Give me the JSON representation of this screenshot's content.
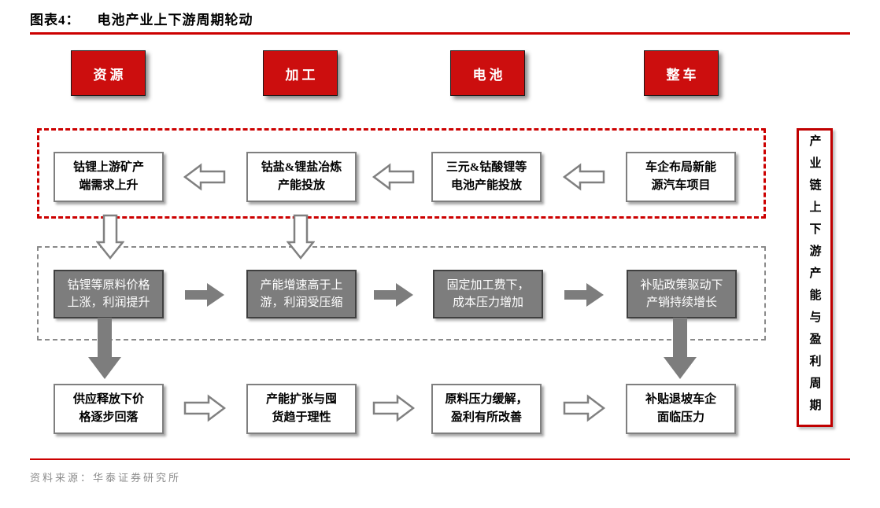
{
  "figure": {
    "label": "图表4：",
    "title": "电池产业上下游周期轮动",
    "side_label": "产业链上下游产能与盈利周期",
    "source": "资料来源：华泰证券研究所"
  },
  "categories": [
    {
      "label": "资源"
    },
    {
      "label": "加工"
    },
    {
      "label": "电池"
    },
    {
      "label": "整车"
    }
  ],
  "rows": [
    {
      "name": "capacity-investment-upstream-demand",
      "boxes": [
        {
          "line1": "钴锂上游矿产",
          "line2": "端需求上升"
        },
        {
          "line1": "钴盐&锂盐冶炼",
          "line2": "产能投放"
        },
        {
          "line1": "三元&钴酸锂等",
          "line2": "电池产能投放"
        },
        {
          "line1": "车企布局新能",
          "line2": "源汽车项目"
        }
      ]
    },
    {
      "name": "profit-pressure-phase",
      "boxes": [
        {
          "line1": "钴锂等原料价格",
          "line2": "上涨，利润提升"
        },
        {
          "line1": "产能增速高于上",
          "line2": "游，利润受压缩"
        },
        {
          "line1": "固定加工费下，",
          "line2": "成本压力增加"
        },
        {
          "line1": "补贴政策驱动下",
          "line2": "产销持续增长"
        }
      ]
    },
    {
      "name": "normalization-phase",
      "boxes": [
        {
          "line1": "供应释放下价",
          "line2": "格逐步回落"
        },
        {
          "line1": "产能扩张与囤",
          "line2": "货趋于理性"
        },
        {
          "line1": "原料压力缓解，",
          "line2": "盈利有所改善"
        },
        {
          "line1": "补贴退坡车企",
          "line2": "面临压力"
        }
      ]
    }
  ],
  "colors": {
    "accent_red": "#CC0000",
    "category_red": "#CC0E0E",
    "box_gray": "#7D7D7D",
    "arrow_gray": "#808080",
    "source_gray": "#8C8C8C"
  }
}
